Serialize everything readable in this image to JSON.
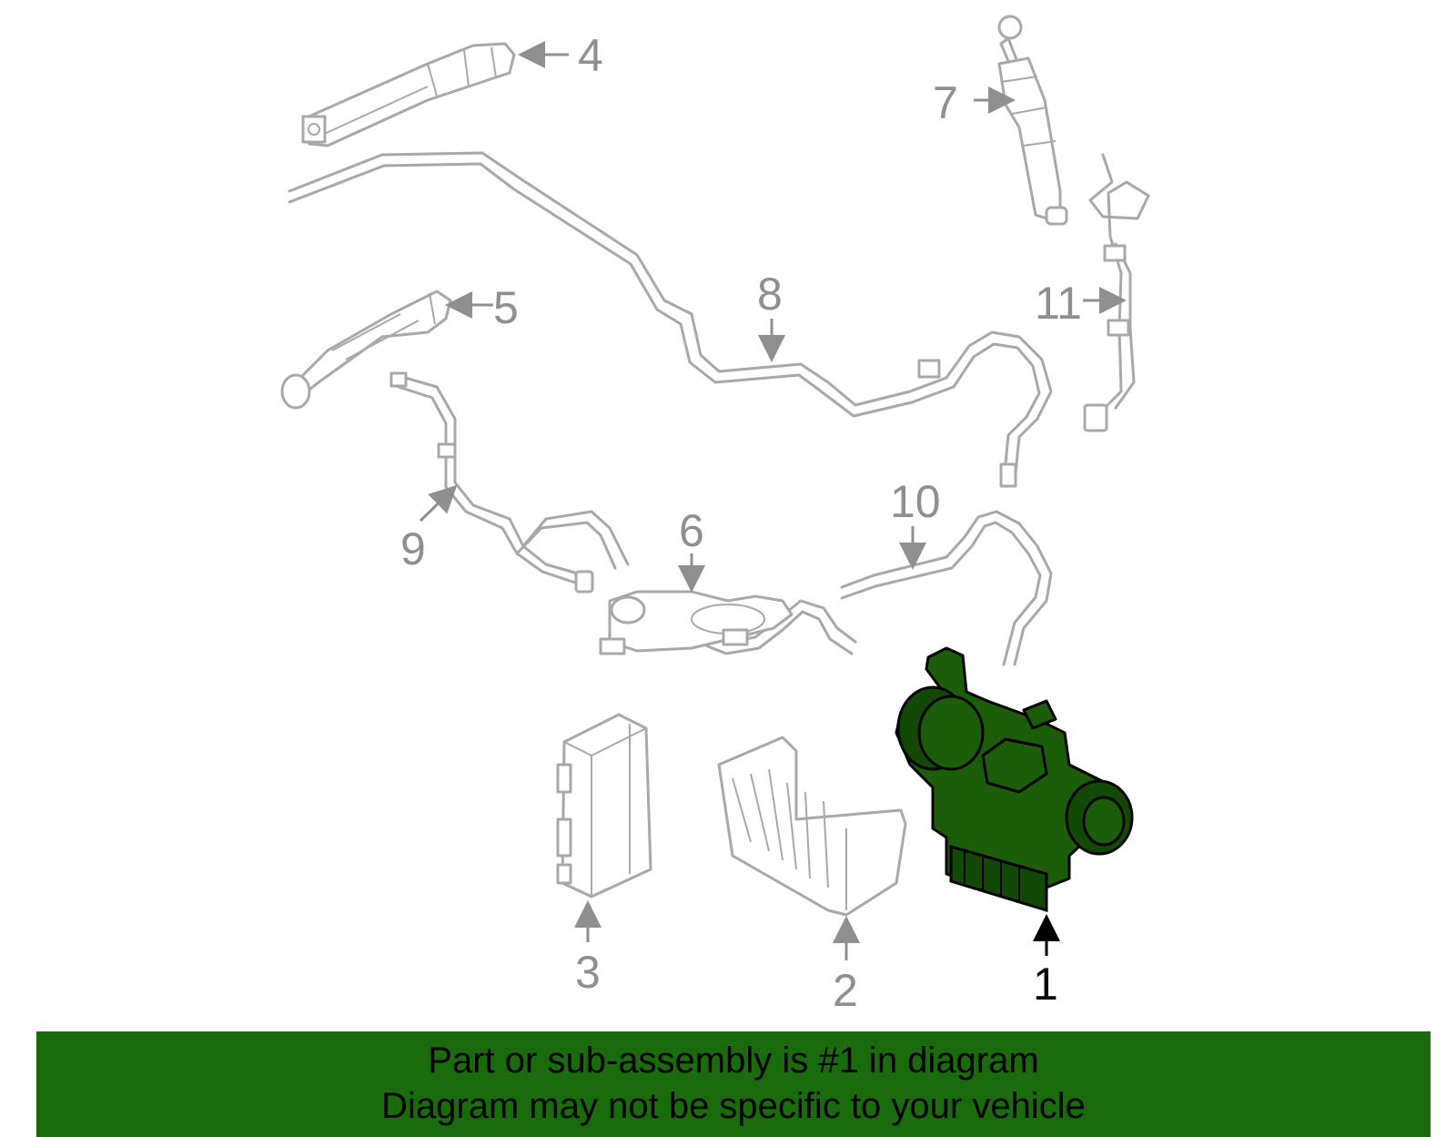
{
  "diagram": {
    "callouts": [
      {
        "id": "1",
        "label": "1",
        "highlighted": true
      },
      {
        "id": "2",
        "label": "2"
      },
      {
        "id": "3",
        "label": "3"
      },
      {
        "id": "4",
        "label": "4"
      },
      {
        "id": "5",
        "label": "5"
      },
      {
        "id": "6",
        "label": "6"
      },
      {
        "id": "7",
        "label": "7"
      },
      {
        "id": "8",
        "label": "8"
      },
      {
        "id": "9",
        "label": "9"
      },
      {
        "id": "10",
        "label": "10"
      },
      {
        "id": "11",
        "label": "11"
      }
    ],
    "colors": {
      "highlight_fill": "#1c5d0a",
      "line_gray": "#a8a8a8",
      "banner_green": "#1a6b0c"
    }
  },
  "banner": {
    "line1": "Part or sub-assembly is #1 in diagram",
    "line2": "Diagram may not be specific to your vehicle"
  }
}
